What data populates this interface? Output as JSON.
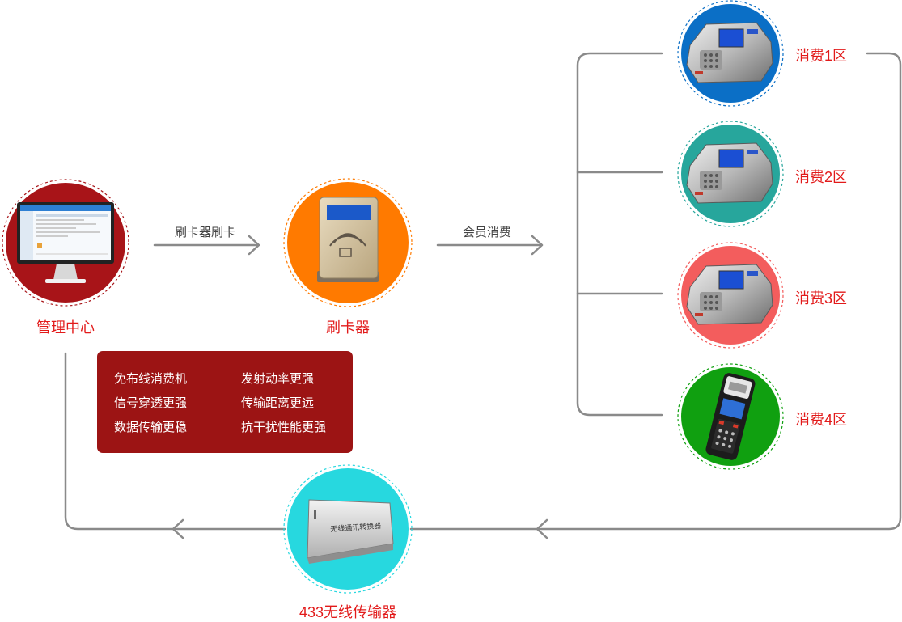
{
  "nodes": {
    "management_center": {
      "label": "管理中心",
      "color": "#a81418"
    },
    "card_reader": {
      "label": "刷卡器",
      "color": "#ff7a00"
    },
    "wireless_transmitter": {
      "label": "433无线传输器",
      "color": "#27d8df",
      "device_text": "无线通讯转换器"
    },
    "zones": [
      {
        "label": "消费1区",
        "color": "#0b6fc6"
      },
      {
        "label": "消费2区",
        "color": "#27a69c"
      },
      {
        "label": "消费3区",
        "color": "#f35d5d"
      },
      {
        "label": "消费4区",
        "color": "#10a010"
      }
    ]
  },
  "connectors": {
    "swipe": "刷卡器刷卡",
    "consume": "会员消费"
  },
  "features": [
    [
      "免布线消费机",
      "发射动率更强"
    ],
    [
      "信号穿透更强",
      "传输距离更远"
    ],
    [
      "数据传输更稳",
      "抗干扰性能更强"
    ]
  ],
  "colors": {
    "label_red": "#e21a1a",
    "line_gray": "#8a8a8a",
    "feature_box": "#9c1414"
  }
}
